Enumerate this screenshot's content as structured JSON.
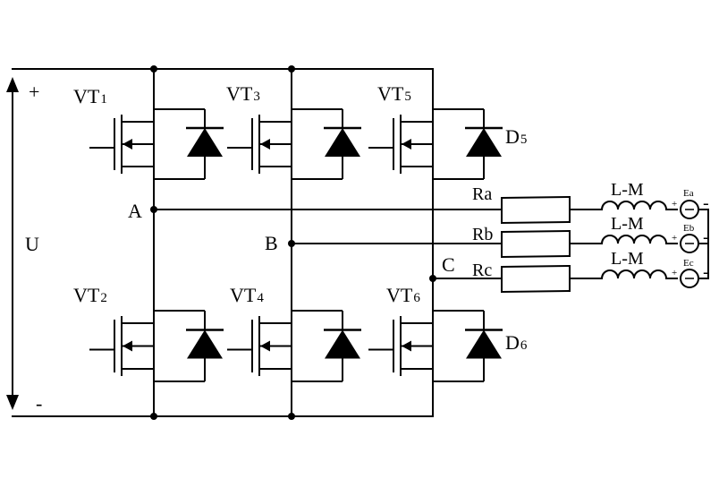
{
  "diagram": {
    "supply": {
      "label": "U",
      "plus": "+",
      "minus": "-"
    },
    "switches": [
      {
        "label": "VT",
        "sub": "1"
      },
      {
        "label": "VT",
        "sub": "3"
      },
      {
        "label": "VT",
        "sub": "5"
      },
      {
        "label": "VT",
        "sub": "2"
      },
      {
        "label": "VT",
        "sub": "4"
      },
      {
        "label": "VT",
        "sub": "6"
      }
    ],
    "diodes": [
      {
        "label": "D",
        "sub": "5"
      },
      {
        "label": "D",
        "sub": "6"
      }
    ],
    "nodes": [
      "A",
      "B",
      "C"
    ],
    "resistors": [
      "Ra",
      "Rb",
      "Rc"
    ],
    "inductors": [
      "L-M",
      "L-M",
      "L-M"
    ],
    "emfs": [
      "Ea",
      "Eb",
      "Ec"
    ],
    "emf_polarity": {
      "plus": "+",
      "minus": "-"
    }
  }
}
